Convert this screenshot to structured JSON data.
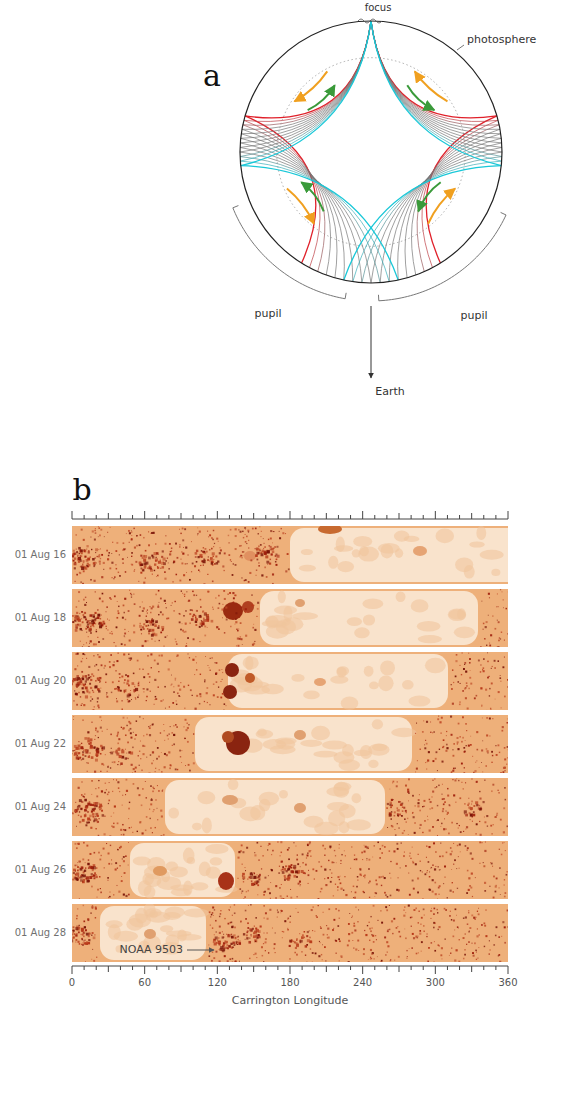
{
  "diagram": {
    "labels": [
      "a",
      "focus",
      "photosphere",
      "pupil",
      "pupil",
      "Earth",
      "b",
      "01 Aug 16",
      "01 Aug 18",
      "01 Aug 20",
      "01 Aug 22",
      "01 Aug 24",
      "01 Aug 26",
      "01 Aug 28",
      "0",
      "60",
      "120",
      "180",
      "240",
      "300",
      "360",
      "Carrington Longitude",
      "NOAA 9503"
    ]
  }
}
